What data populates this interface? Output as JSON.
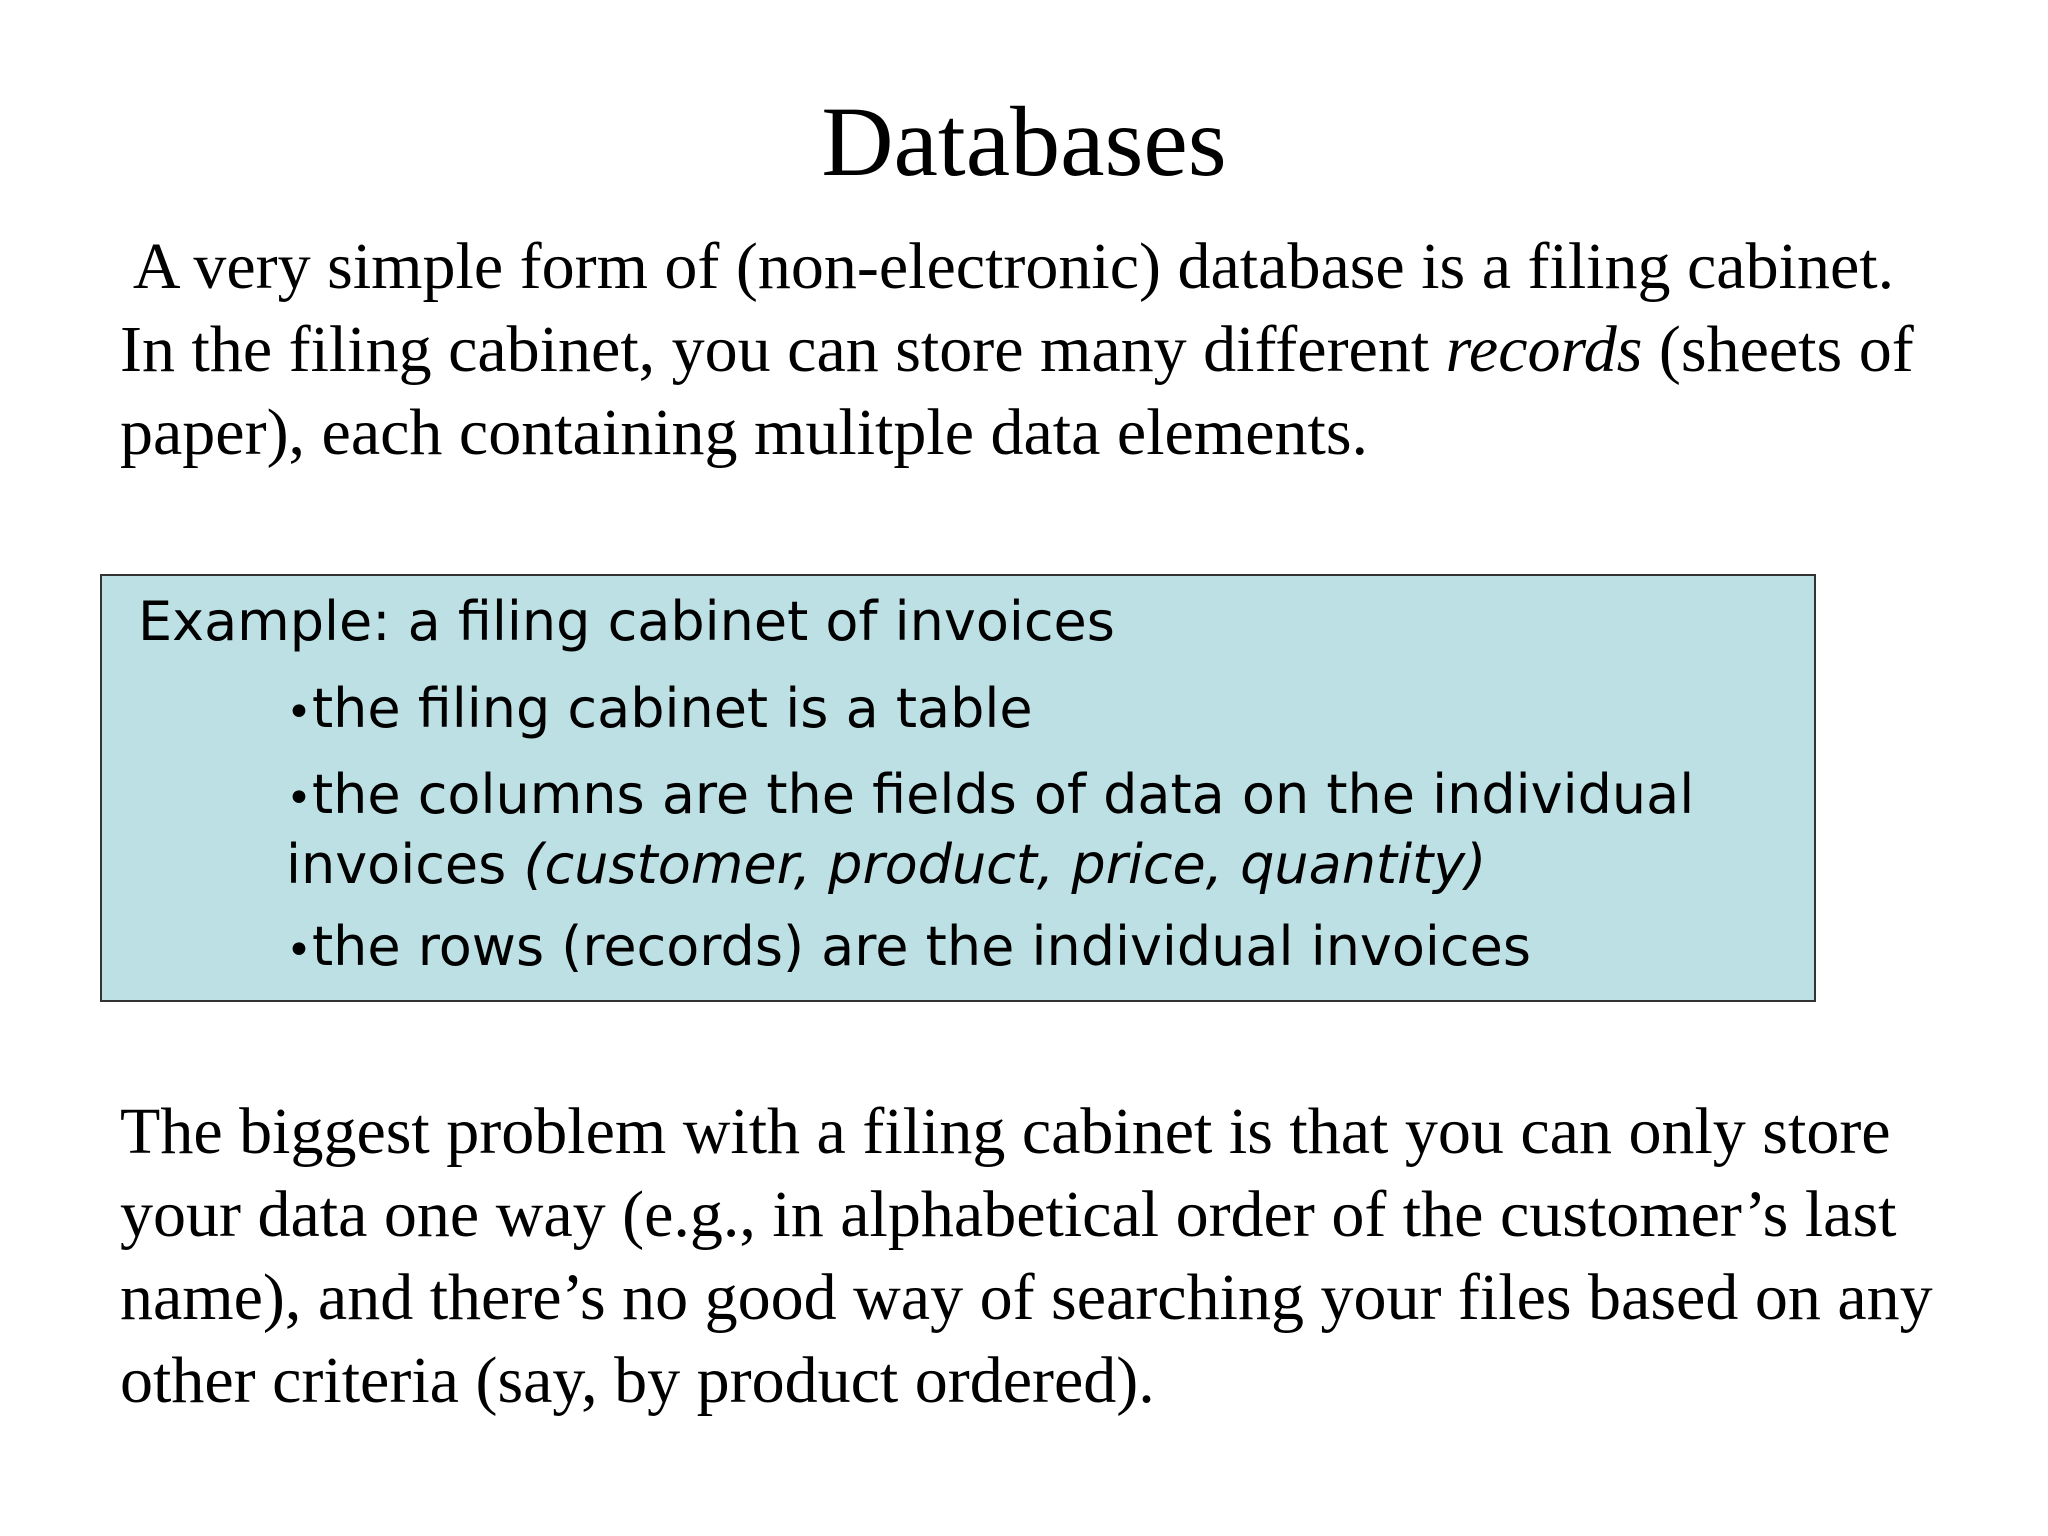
{
  "slide": {
    "title": "Databases",
    "intro": {
      "leading_space": " ",
      "text_before_italic": "A very simple form of (non-electronic) database is a filing cabinet. In the filing cabinet, you can store many different ",
      "italic_word": "records",
      "text_after_italic": " (sheets of paper), each containing mulitple data elements."
    },
    "example_box": {
      "heading": "Example: a filing cabinet of invoices",
      "bullet_glyph": "•",
      "bullets": [
        {
          "text": "the filing cabinet is a table"
        },
        {
          "text": "the columns are the fields of data on the individual invoices ",
          "italic": "(customer, product, price, quantity)"
        },
        {
          "text": "the rows (records) are the individual invoices"
        }
      ],
      "background_color": "#bde0e4",
      "border_color": "#333333"
    },
    "outro": "The biggest problem with a filing cabinet is that you can only store your data one way (e.g., in alphabetical order of the customer’s last name), and there’s no good way of searching your files based on any other criteria (say, by product ordered)."
  }
}
